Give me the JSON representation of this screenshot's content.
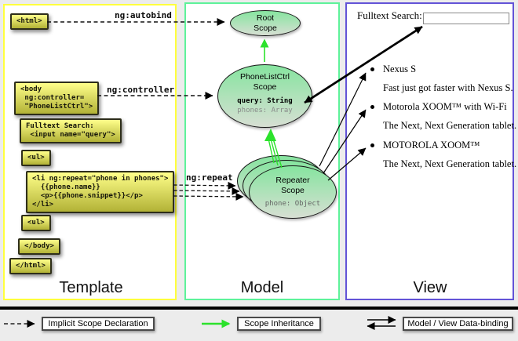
{
  "diagram": {
    "arrow_labels": {
      "ng_autobind": "ng:autobind",
      "ng_controller": "ng:controller",
      "ng_repeat": "ng:repeat"
    },
    "template": {
      "label": "Template",
      "html_open": "<html>",
      "body_open_lines": [
        "<body",
        " ng:controller=",
        " \"PhoneListCtrl\">"
      ],
      "fulltext_lines": [
        "Fulltext Search:",
        " <input name=\"query\">"
      ],
      "ul_open": "<ul>",
      "li_lines": [
        "<li ng:repeat=\"phone in phones\">",
        "  {{phone.name}}",
        "  <p>{{phone.snippet}}</p>",
        "</li>"
      ],
      "ul_close": "<ul>",
      "body_close": "</body>",
      "html_close": "</html>"
    },
    "model": {
      "label": "Model",
      "root_scope": {
        "line1": "Root",
        "line2": "Scope"
      },
      "phonelist_scope": {
        "line1": "PhoneListCtrl",
        "line2": "Scope",
        "prop1": "query: String",
        "prop2": "phones: Array"
      },
      "repeater_scope": {
        "line1": "Repeater",
        "line2": "Scope",
        "prop1": "phone: Object"
      }
    },
    "view": {
      "label": "View",
      "search_label": "Fulltext Search:",
      "search_value": "",
      "items": [
        {
          "title": "Nexus S",
          "desc": "Fast just got faster with Nexus S."
        },
        {
          "title": "Motorola XOOM™ with Wi-Fi",
          "desc": "The Next, Next Generation tablet."
        },
        {
          "title": "MOTOROLA XOOM™",
          "desc": "The Next, Next Generation tablet."
        }
      ]
    },
    "legend": {
      "implicit": "Implicit Scope Declaration",
      "inheritance": "Scope Inheritance",
      "binding": "Model / View Data-binding"
    },
    "colors": {
      "template_border": "#ffff3d",
      "model_border": "#5ef29a",
      "view_border": "#6353d7",
      "code_box_top": "#ffff8a",
      "code_box_bottom": "#b2b236",
      "scope_top": "#86e49f",
      "scope_bottom": "#d7dfd3",
      "inheritance_green": "#2ce22c"
    }
  }
}
